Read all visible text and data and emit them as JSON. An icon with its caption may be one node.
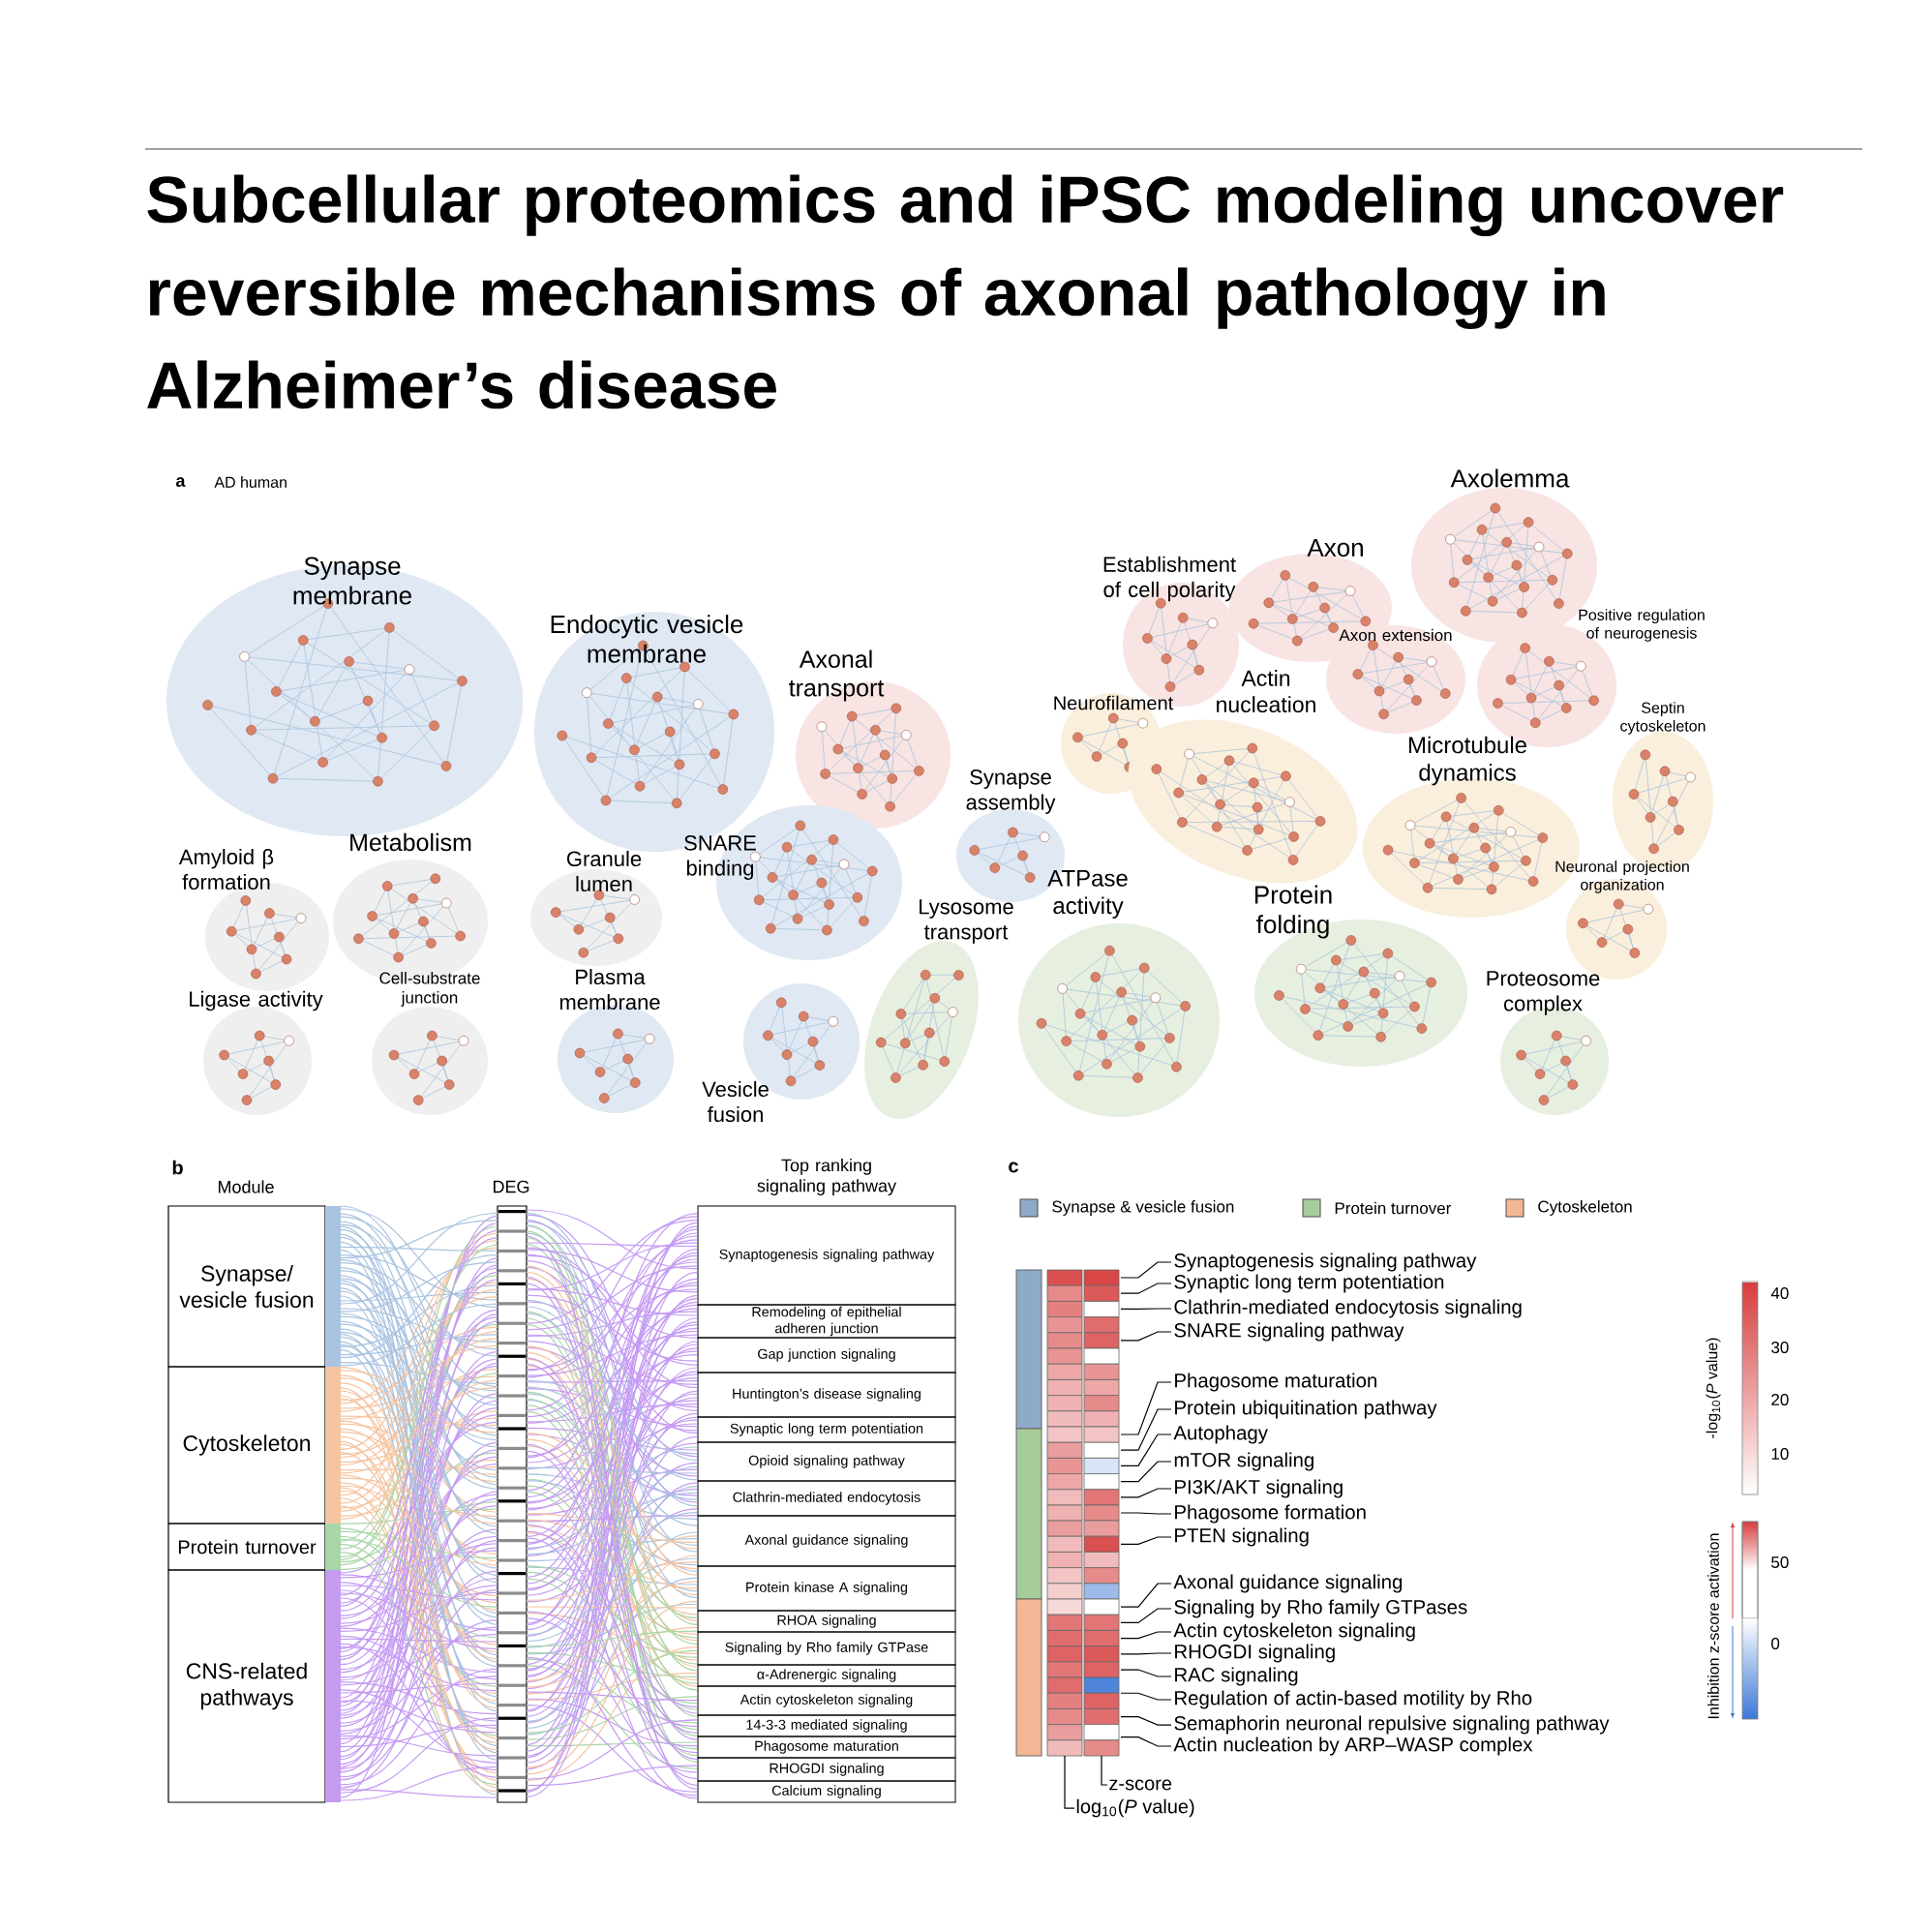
{
  "diagram": {
    "title": "Subcellular proteomics and iPSC modeling uncover reversible mechanisms of axonal pathology in Alzheimer’s disease",
    "nodes": [
      {
        "text": [
          "Synapse membrane"
        ]
      },
      {
        "text": [
          "Endocytic vesicle membrane"
        ]
      },
      {
        "text": [
          "Axonal transport"
        ]
      },
      {
        "text": [
          "Amyloid β formation"
        ]
      },
      {
        "text": [
          "Metabolism"
        ]
      },
      {
        "text": [
          "Granule lumen"
        ]
      },
      {
        "text": [
          "SNARE binding"
        ]
      },
      {
        "text": [
          "Ligase activity"
        ]
      },
      {
        "text": [
          "Cell-substrate junction"
        ]
      },
      {
        "text": [
          "Plasma membrane"
        ]
      },
      {
        "text": [
          "Vesicle fusion"
        ]
      },
      {
        "text": [
          "Synapse assembly"
        ]
      },
      {
        "text": [
          "Lysosome transport"
        ]
      },
      {
        "text": [
          "Establishment of cell polarity"
        ]
      },
      {
        "text": [
          "Axon"
        ]
      },
      {
        "text": [
          "Axolemma"
        ]
      },
      {
        "text": [
          "Axon extension"
        ]
      },
      {
        "text": [
          "Positive regulation of neurogenesis"
        ]
      },
      {
        "text": [
          "Neurofilament"
        ]
      },
      {
        "text": [
          "Actin nucleation"
        ]
      },
      {
        "text": [
          "Septin cytoskeleton"
        ]
      },
      {
        "text": [
          "Microtubule dynamics"
        ]
      },
      {
        "text": [
          "Neuronal projection organization"
        ]
      },
      {
        "text": [
          "ATPase activity"
        ]
      },
      {
        "text": [
          "Protein folding"
        ]
      },
      {
        "text": [
          "Proteosome complex"
        ]
      },
      {
        "text": [
          "Synapse/ vesicle fusion"
        ]
      },
      {
        "text": [
          "Cytoskeleton"
        ]
      },
      {
        "text": [
          "Protein turnover"
        ]
      },
      {
        "text": [
          "CNS-related pathways"
        ]
      },
      {
        "text": [],
        "shape": "bar"
      },
      {
        "text": [
          "Synaptogenesis signaling pathway"
        ]
      },
      {
        "text": [
          "Remodeling of epithelial adheren junction"
        ]
      },
      {
        "text": [
          "Gap junction signaling"
        ]
      },
      {
        "text": [
          "Huntington’s disease signaling"
        ]
      },
      {
        "text": [
          "Synaptic long term potentiation"
        ]
      },
      {
        "text": [
          "Opioid signaling pathway"
        ]
      },
      {
        "text": [
          "Clathrin-mediated endocytosis"
        ]
      },
      {
        "text": [
          "Axonal guidance signaling"
        ]
      },
      {
        "text": [
          "Protein kinase A signaling"
        ]
      },
      {
        "text": [
          "RHOA signaling"
        ]
      },
      {
        "text": [
          "Signaling by Rho family GTPase"
        ]
      },
      {
        "text": [
          "α-Adrenergic signaling"
        ]
      },
      {
        "text": [
          "Actin cytoskeleton signaling"
        ]
      },
      {
        "text": [
          "14-3-3 mediated signaling"
        ]
      },
      {
        "text": [
          "Phagosome maturation"
        ]
      },
      {
        "text": [
          "RHOGDI signaling"
        ]
      },
      {
        "text": [
          "Calcium signaling"
        ]
      },
      {
        "text": [
          "Synaptogenesis signaling pathway"
        ]
      },
      {
        "text": [
          "Synaptic long term potentiation"
        ]
      },
      {
        "text": [
          "Clathrin-mediated endocytosis signaling"
        ]
      },
      {
        "text": [
          "SNARE signaling pathway"
        ]
      },
      {
        "text": [
          "Phagosome maturation"
        ]
      },
      {
        "text": [
          "Protein ubiquitination pathway"
        ]
      },
      {
        "text": [
          "Autophagy"
        ]
      },
      {
        "text": [
          "mTOR signaling"
        ]
      },
      {
        "text": [
          "PI3K/AKT signaling"
        ]
      },
      {
        "text": [
          "Phagosome formation"
        ]
      },
      {
        "text": [
          "PTEN signaling"
        ]
      },
      {
        "text": [
          "Axonal guidance signaling"
        ]
      },
      {
        "text": [
          "Signaling by Rho family GTPases"
        ]
      },
      {
        "text": [
          "Actin cytoskeleton signaling"
        ]
      },
      {
        "text": [
          "RHOGDI signaling"
        ]
      },
      {
        "text": [
          "RAC signaling"
        ]
      },
      {
        "text": [
          "Regulation of actin-based motility by Rho"
        ]
      },
      {
        "text": [
          "Semaphorin neuronal repulsive signaling pathway"
        ]
      },
      {
        "text": [
          "Actin nucleation by ARP–WASP complex"
        ]
      }
    ],
    "edges": [
      {
        "from": 48,
        "to": null,
        "arrow": "none"
      },
      {
        "from": 49,
        "to": null,
        "arrow": "none"
      },
      {
        "from": 50,
        "to": null,
        "arrow": "none"
      },
      {
        "from": 51,
        "to": null,
        "arrow": "none"
      },
      {
        "from": 52,
        "to": null,
        "arrow": "none"
      },
      {
        "from": 53,
        "to": null,
        "arrow": "none"
      },
      {
        "from": 54,
        "to": null,
        "arrow": "none"
      },
      {
        "from": 55,
        "to": null,
        "arrow": "none"
      },
      {
        "from": 56,
        "to": null,
        "arrow": "none"
      },
      {
        "from": 57,
        "to": null,
        "arrow": "none"
      },
      {
        "from": 58,
        "to": null,
        "arrow": "none"
      },
      {
        "from": 59,
        "to": null,
        "arrow": "none"
      },
      {
        "from": 60,
        "to": null,
        "arrow": "none"
      },
      {
        "from": 61,
        "to": null,
        "arrow": "none"
      },
      {
        "from": 62,
        "to": null,
        "arrow": "none"
      },
      {
        "from": 63,
        "to": null,
        "arrow": "none"
      },
      {
        "from": 64,
        "to": null,
        "arrow": "none"
      },
      {
        "from": 65,
        "to": null,
        "arrow": "none"
      },
      {
        "from": 66,
        "to": null,
        "arrow": "none"
      }
    ],
    "labels": [
      "a",
      "AD human",
      "b",
      "Module",
      "DEG",
      "Top ranking signaling pathway",
      "c",
      "-log$_{10}$(*P* value)",
      "40",
      "30",
      "20",
      "10",
      "Inhibition z-score activation",
      "50",
      "0",
      "z-score",
      "log$_{10}$(*P* value)"
    ],
    "legend": [
      {
        "text": "Synapse & vesicle fusion",
        "color": "#8fa9c9"
      },
      {
        "text": "Protein turnover",
        "color": "#a7cc9b"
      },
      {
        "text": "Cytoskeleton",
        "color": "#f2b895"
      }
    ]
  }
}
